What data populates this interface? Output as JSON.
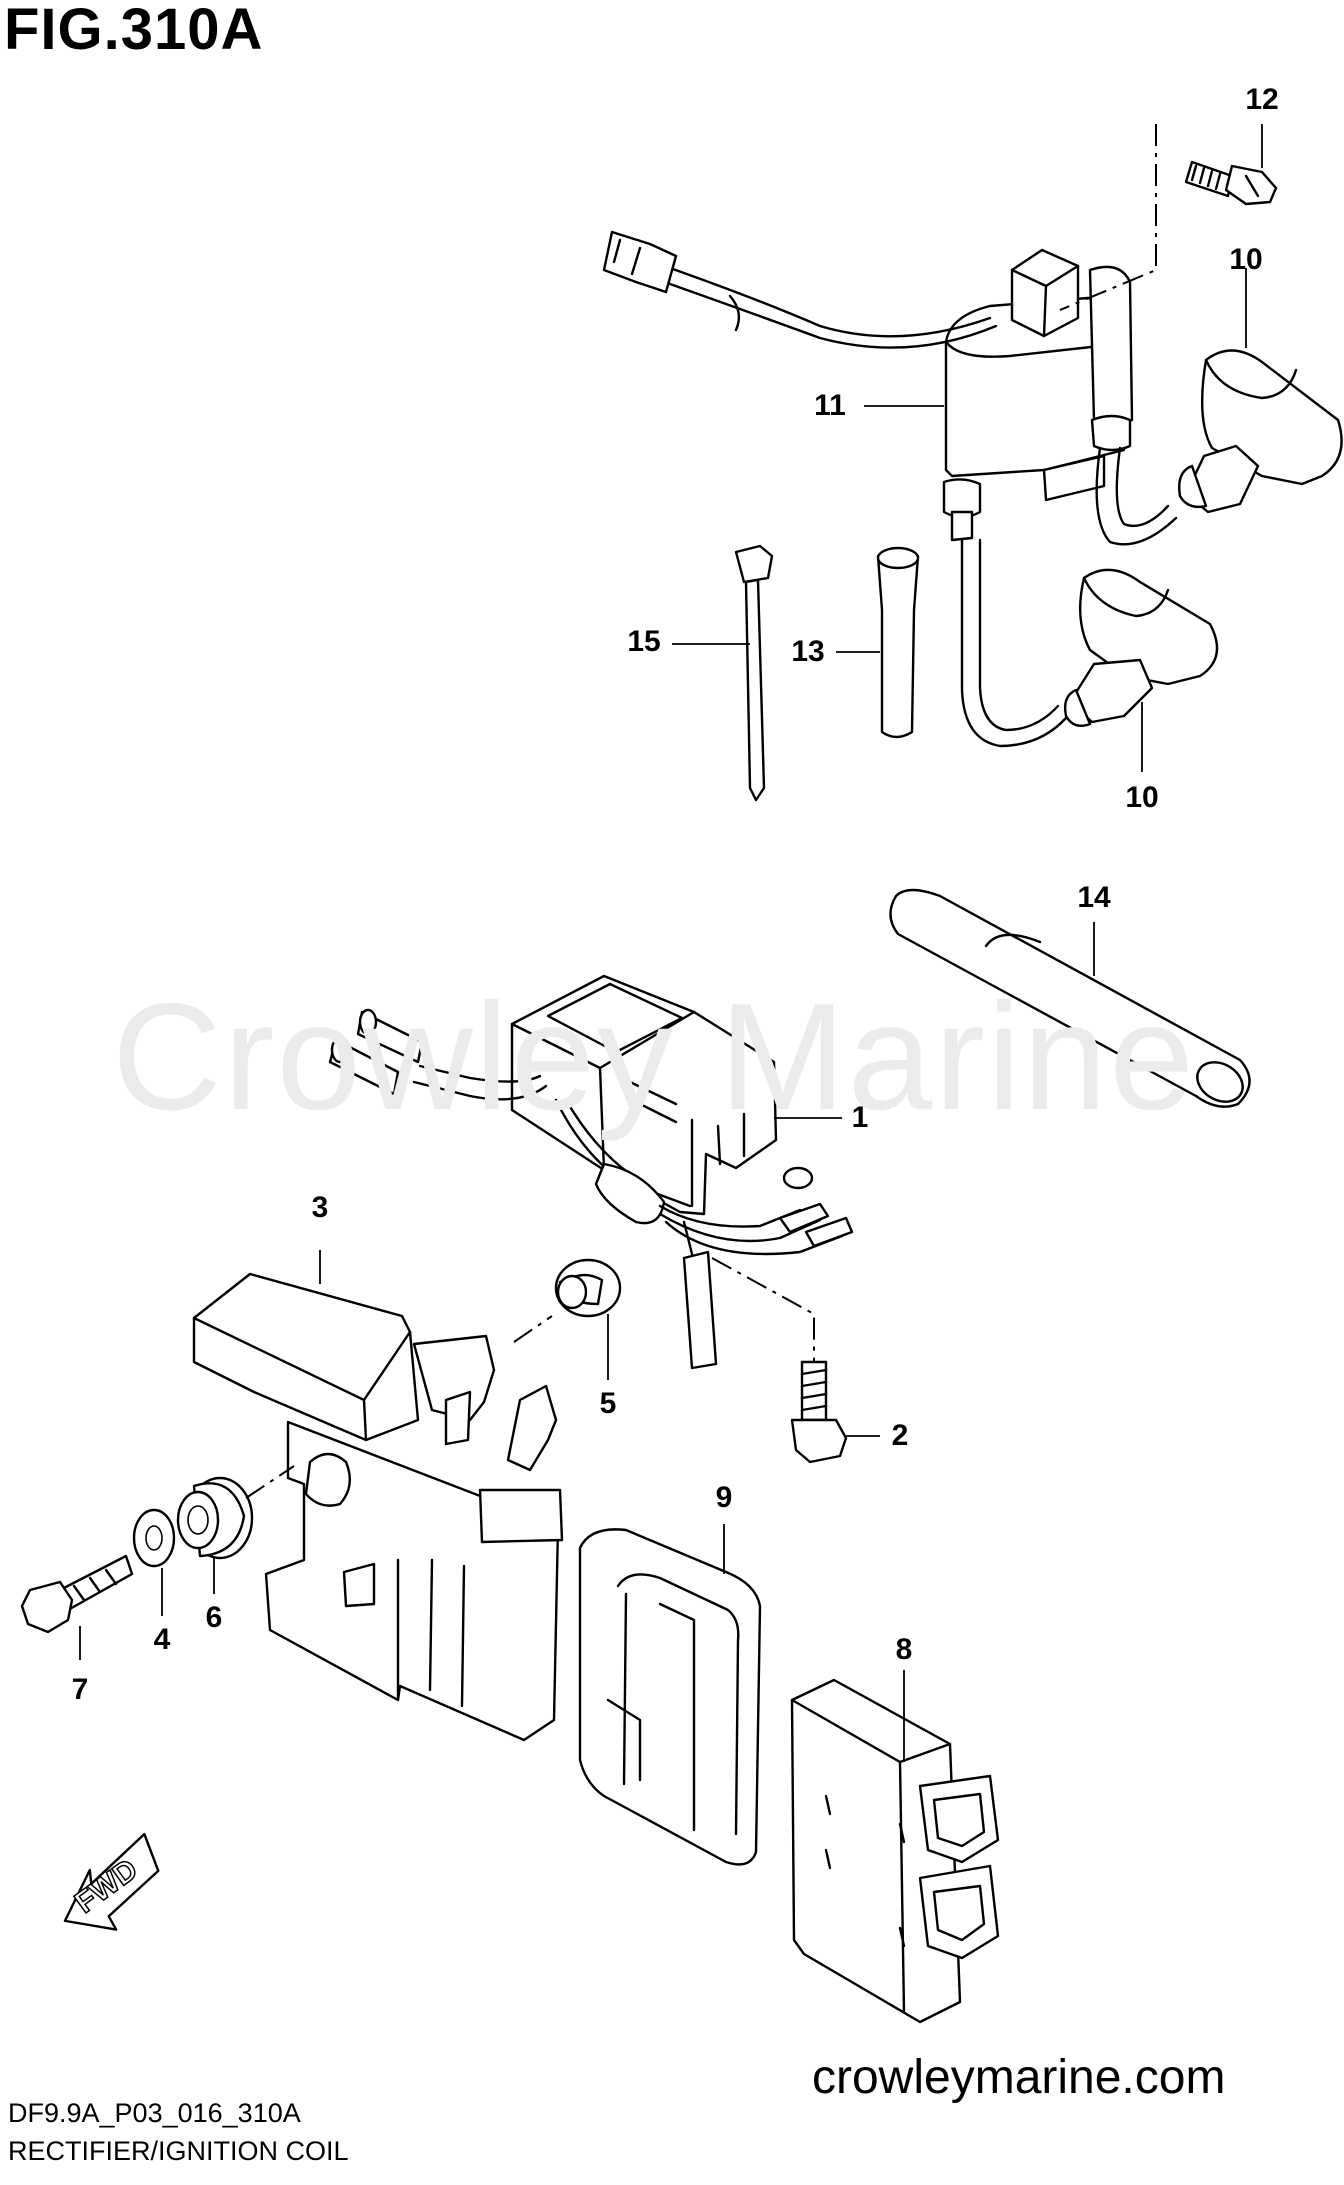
{
  "figure": {
    "title": "FIG.310A",
    "watermark": "Crowley Marine",
    "website": "crowleymarine.com",
    "diagram_code": "DF9.9A_P03_016_310A",
    "caption": "RECTIFIER/IGNITION COIL",
    "fwd_label": "FWD"
  },
  "callouts": {
    "c1": "1",
    "c2": "2",
    "c3": "3",
    "c4": "4",
    "c5": "5",
    "c6": "6",
    "c7": "7",
    "c8": "8",
    "c9": "9",
    "c10a": "10",
    "c10b": "10",
    "c11": "11",
    "c12": "12",
    "c13": "13",
    "c14": "14",
    "c15": "15"
  }
}
